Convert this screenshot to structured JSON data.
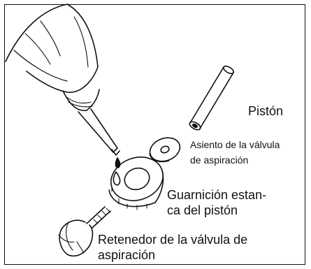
{
  "labels": {
    "piston": "Pistón",
    "seat_line1": "Asiento de la válvula",
    "seat_line2": "de aspiración",
    "seal_line1": "Guarnición estan-",
    "seal_line2": "ca del pistón",
    "retainer_line1": "Retenedor de la válvula de",
    "retainer_line2": "aspiración"
  }
}
